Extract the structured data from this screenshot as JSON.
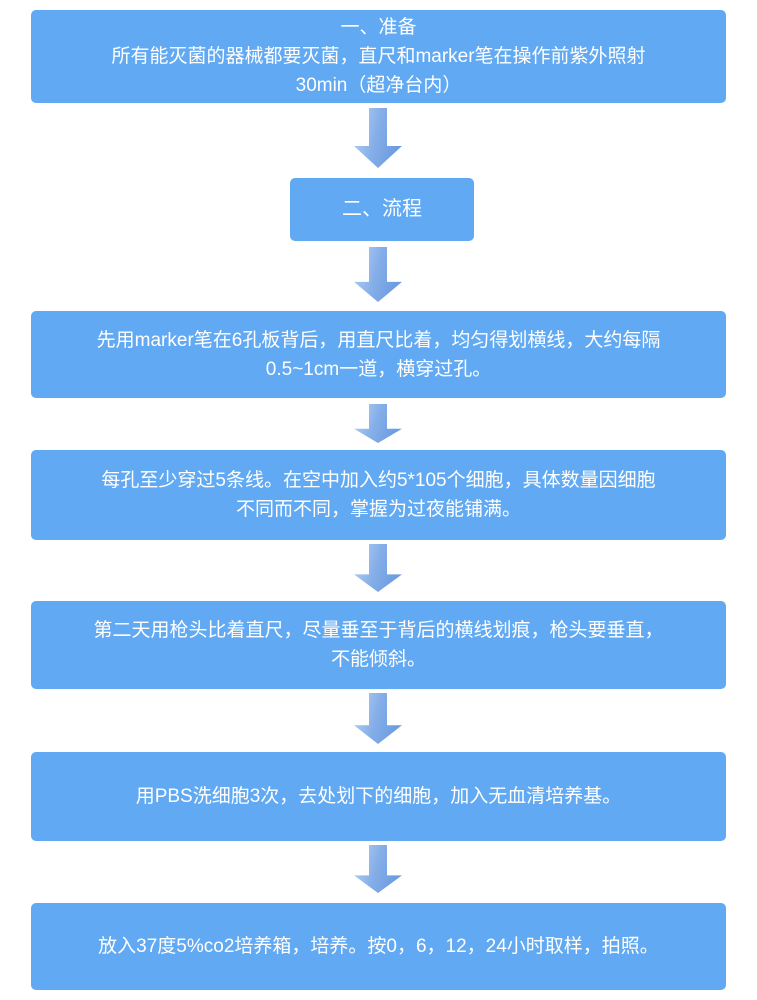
{
  "colors": {
    "node_fill": "#61a9f2",
    "node_text": "#ffffff",
    "arrow_gradient_light": "#b9d3f4",
    "arrow_gradient_dark": "#6c9ce1",
    "background": "#ffffff"
  },
  "flowchart": {
    "connector_icon": "arrow-down-icon",
    "nodes": [
      {
        "id": "section-preparation",
        "lines": [
          "一、准备",
          "所有能灭菌的器械都要灭菌，直尺和marker笔在操作前紫外照射",
          "30min（超净台内）"
        ]
      },
      {
        "id": "section-process",
        "lines": [
          "二、流程"
        ]
      },
      {
        "id": "step-draw-lines",
        "lines": [
          "先用marker笔在6孔板背后，用直尺比着，均匀得划横线，大约每隔",
          "0.5~1cm一道，横穿过孔。"
        ]
      },
      {
        "id": "step-seed-cells",
        "lines": [
          "每孔至少穿过5条线。在空中加入约5*105个细胞，具体数量因细胞",
          "不同而不同，掌握为过夜能铺满。"
        ]
      },
      {
        "id": "step-scratch",
        "lines": [
          "第二天用枪头比着直尺，尽量垂至于背后的横线划痕，枪头要垂直，",
          "不能倾斜。"
        ]
      },
      {
        "id": "step-wash-pbs",
        "lines": [
          "用PBS洗细胞3次，去处划下的细胞，加入无血清培养基。"
        ]
      },
      {
        "id": "step-incubate",
        "lines": [
          "放入37度5%co2培养箱，培养。按0，6，12，24小时取样，拍照。"
        ]
      }
    ]
  }
}
